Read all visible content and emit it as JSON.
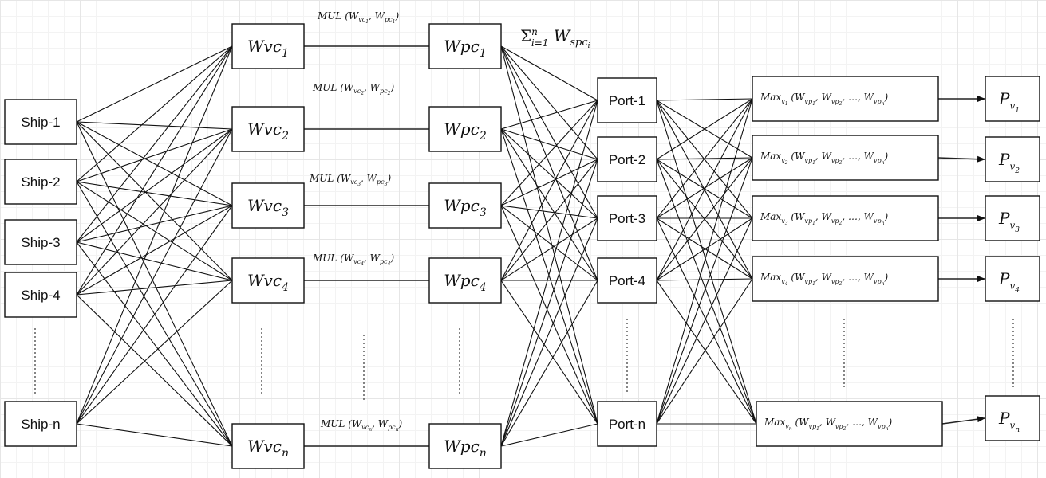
{
  "ships": [
    "Ship-1",
    "Ship-2",
    "Ship-3",
    "Ship-4",
    "Ship-n"
  ],
  "ports": [
    "Port-1",
    "Port-2",
    "Port-3",
    "Port-4",
    "Port-n"
  ],
  "wvc": {
    "base": "Wvc",
    "subs": [
      "1",
      "2",
      "3",
      "4",
      "n"
    ]
  },
  "wpc": {
    "base": "Wpc",
    "subs": [
      "1",
      "2",
      "3",
      "4",
      "n"
    ]
  },
  "mul": {
    "prefix": "MUL",
    "subs": [
      "1",
      "2",
      "3",
      "4",
      "n"
    ]
  },
  "sum_label": {
    "sigma": "Σ",
    "lower": "i=1",
    "upper": "n",
    "term": "W",
    "term_sub": "spc",
    "term_subsub": "i"
  },
  "max": {
    "prefix": "Max",
    "subs": [
      "1",
      "2",
      "3",
      "4",
      "n"
    ],
    "args": "(W_vp1, W_vp2, …, W_vpn)"
  },
  "pv": {
    "base": "P",
    "sub": "v",
    "subs": [
      "1",
      "2",
      "3",
      "4",
      "n"
    ]
  }
}
